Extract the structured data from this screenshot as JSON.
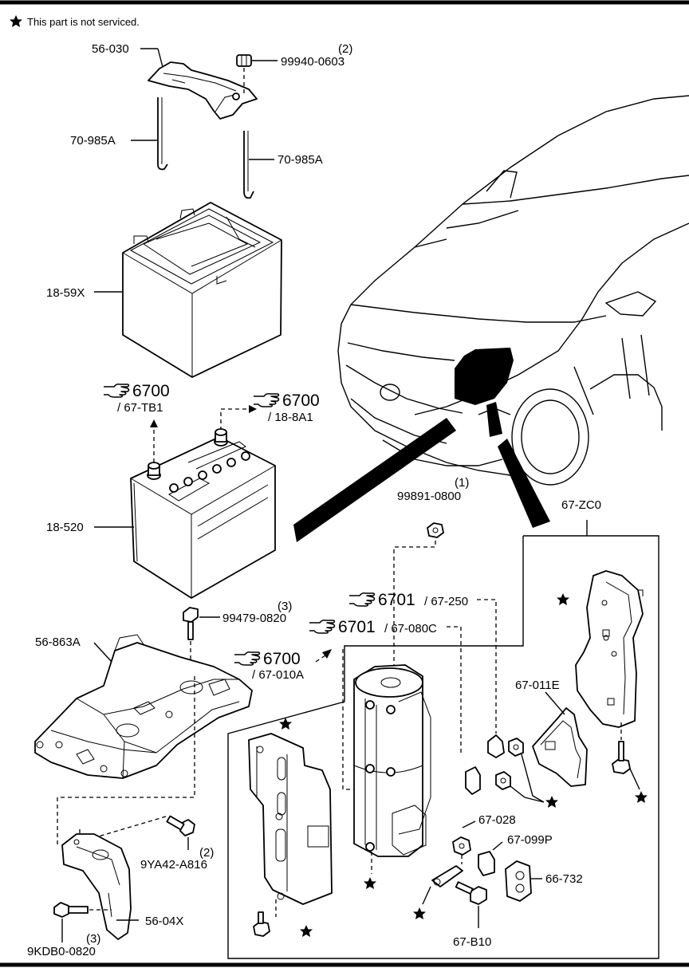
{
  "header": {
    "note": "This part is not serviced."
  },
  "parts": {
    "p56_030": "56-030",
    "p99940": "99940-0603",
    "p99940_qty": "(2)",
    "p70_985a_left": "70-985A",
    "p70_985a_right": "70-985A",
    "p18_59x": "18-59X",
    "p18_520": "18-520",
    "p99891": "99891-0800",
    "p99891_qty": "(1)",
    "p67_zc0": "67-ZC0",
    "p99479": "99479-0820",
    "p99479_qty": "(3)",
    "p56_863a": "56-863A",
    "p67_011e": "67-011E",
    "p67_028": "67-028",
    "p67_099p": "67-099P",
    "p66_732": "66-732",
    "p9ya42": "9YA42-A816",
    "p9ya42_qty": "(2)",
    "p56_04x": "56-04X",
    "p9kdb0": "9KDB0-0820",
    "p9kdb0_qty": "(3)",
    "p67_b10": "67-B10"
  },
  "references": {
    "ref1_num": "6700",
    "ref1_sub": "/ 67-TB1",
    "ref2_num": "6700",
    "ref2_sub": "/ 18-8A1",
    "ref3_num": "6701",
    "ref3_sub": "/ 67-250",
    "ref4_num": "6701",
    "ref4_sub": "/ 67-080C",
    "ref5_num": "6700",
    "ref5_sub": "/ 67-010A"
  },
  "icons": [
    "star-icon",
    "pointing-hand-icon"
  ]
}
